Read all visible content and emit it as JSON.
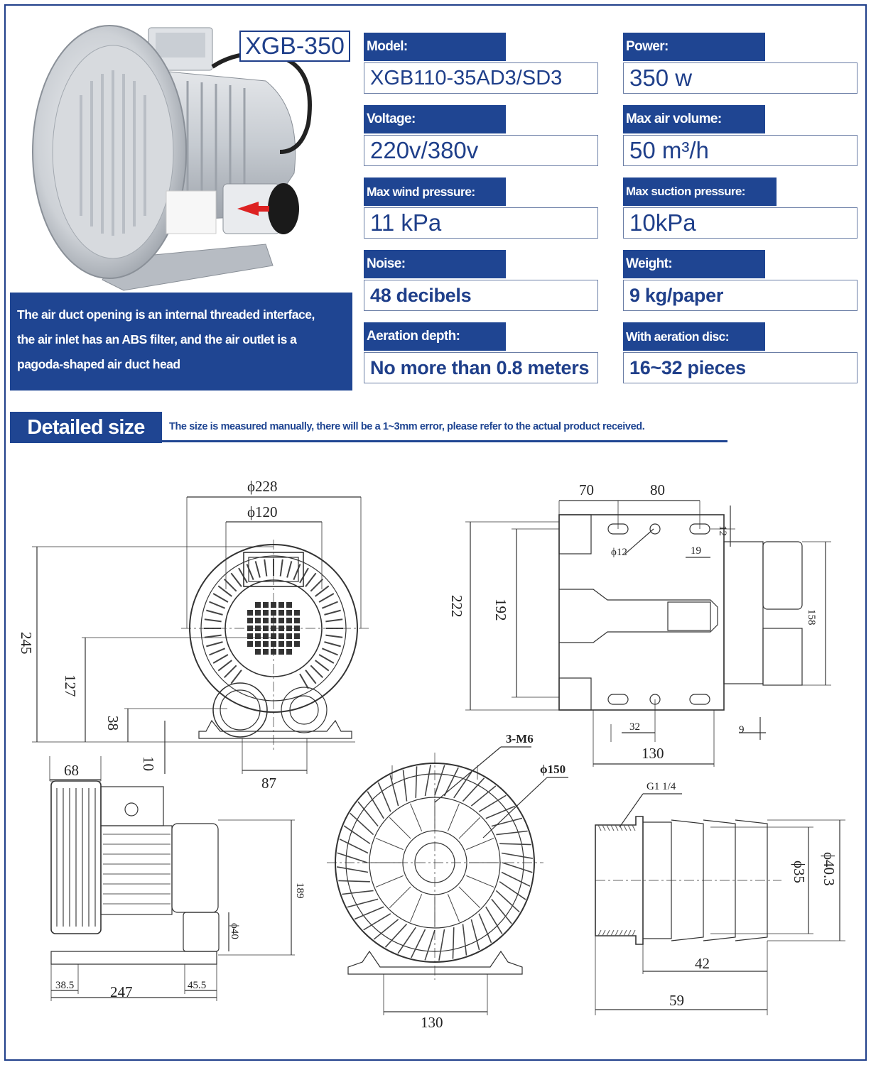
{
  "product": {
    "model_tag": "XGB-350",
    "description": [
      "The air duct opening is an internal threaded interface,",
      "the air inlet has an ABS filter, and the air outlet is a",
      "pagoda-shaped air duct head"
    ]
  },
  "specs": [
    {
      "label": "Model:",
      "value": "XGB110-35AD3/SD3"
    },
    {
      "label": "Power:",
      "value": "350 w"
    },
    {
      "label": "Voltage:",
      "value": "220v/380v"
    },
    {
      "label": "Max air volume:",
      "value": "50 m³/h"
    },
    {
      "label": "Max wind pressure:",
      "value": "11 kPa"
    },
    {
      "label": "Max suction pressure:",
      "value": "10kPa"
    },
    {
      "label": "Noise:",
      "value": "48 decibels"
    },
    {
      "label": "Weight:",
      "value": "9 kg/paper"
    },
    {
      "label": "Aeration depth:",
      "value": "No more than 0.8 meters"
    },
    {
      "label": "With aeration disc:",
      "value": "16~32 pieces"
    }
  ],
  "detailed_size": {
    "title": "Detailed size",
    "note": "The size is measured manually, there will be a 1~3mm error, please refer to the actual product received."
  },
  "dimensions": {
    "front": {
      "d228": "ϕ228",
      "d120": "ϕ120",
      "h245": "245",
      "h127": "127",
      "h38": "38",
      "h10": "10",
      "w87": "87"
    },
    "top": {
      "w70": "70",
      "w80": "80",
      "d12": "ϕ12",
      "s12": "12",
      "s19": "19",
      "h222": "222",
      "h192": "192",
      "h158": "158",
      "w32": "32",
      "w9": "9",
      "w130": "130"
    },
    "side": {
      "w68": "68",
      "h189": "189",
      "d40": "ϕ40",
      "w38_5": "38.5",
      "w247": "247",
      "w45_5": "45.5"
    },
    "inlet": {
      "m6": "3-M6",
      "d150": "ϕ150",
      "w130": "130"
    },
    "nozzle": {
      "g114": "G1 1/4",
      "d35": "ϕ35",
      "d40_3": "ϕ40.3",
      "w42": "42",
      "w59": "59"
    }
  },
  "colors": {
    "brand_blue": "#1f4592",
    "frame_blue": "#1f3f8a"
  }
}
